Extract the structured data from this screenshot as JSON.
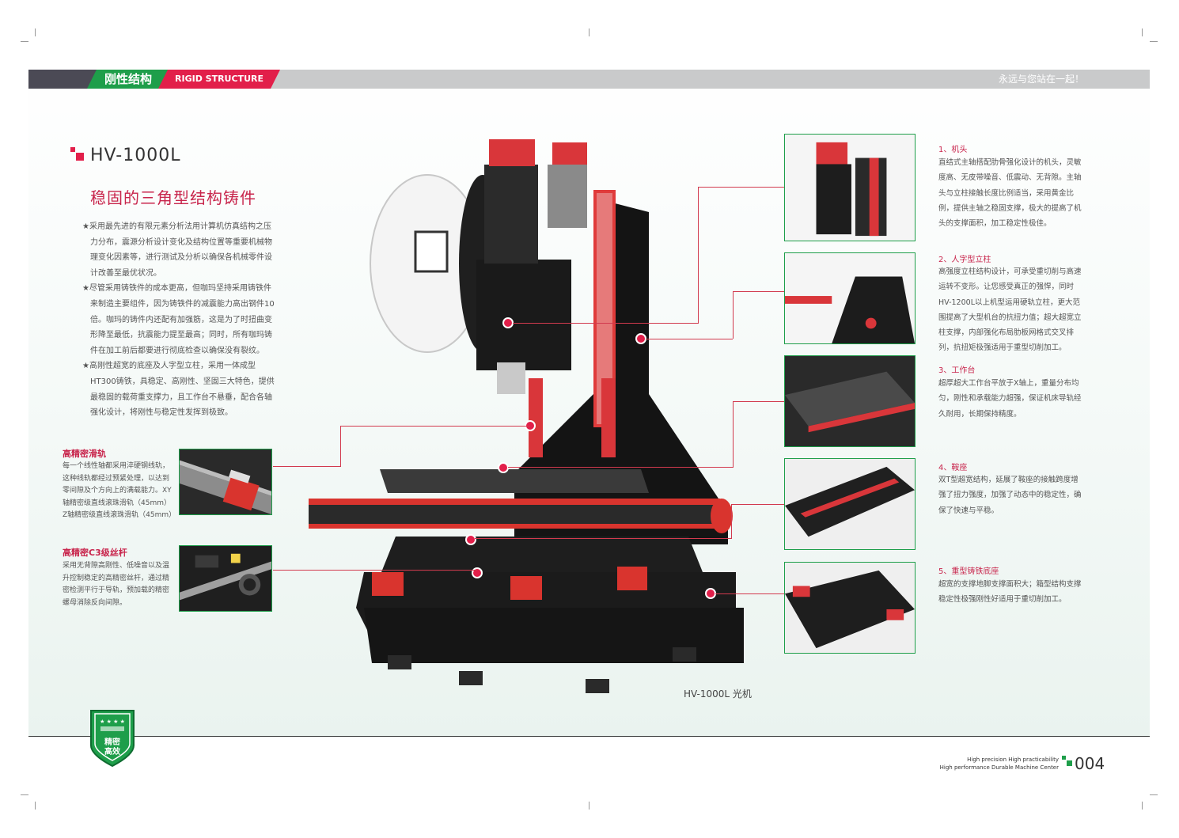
{
  "header": {
    "title_cn": "刚性结构",
    "title_en": "RIGID STRUCTURE",
    "slogan": "永远与您站在一起！"
  },
  "product": {
    "model": "HV-1000L",
    "subtitle": "稳固的三角型结构铸件",
    "description": [
      "★采用最先进的有限元素分析法用计算机仿真结构之压力分布，震源分析设计变化及结构位置等重要机械物理变化因素等，进行测试及分析以确保各机械零件设计改善至最优状况。",
      "★尽管采用铸铁件的成本更高，但咖玛坚持采用铸铁件来制造主要组件，因为铸铁件的减震能力高出钢件10倍。咖玛的铸件内还配有加强筋，这是为了时扭曲变形降至最低，抗震能力提至最高；同时，所有咖玛铸件在加工前后都要进行彻底检查以确保没有裂纹。",
      "★高刚性超宽的底座及人字型立柱，采用一体成型HT300铸铁，具稳定、高刚性、坚固三大特色，提供最稳固的载荷重支撑力，且工作台不悬垂，配合各轴强化设计，将刚性与稳定性发挥到极致。"
    ],
    "caption": "HV-1000L 光机"
  },
  "left_features": [
    {
      "title": "高精密滑轨",
      "text": "每一个线性轴都采用淬硬钢线轨，这种线轨都经过预紧处理，以达到零间隙及个方向上的满载能力。XY轴精密级直线滚珠滑轨（45mm）Z轴精密级直线滚珠滑轨（45mm）"
    },
    {
      "title": "高精密C3级丝杆",
      "text": "采用无背隙高刚性、低噪音以及温升控制稳定的高精密丝杆，通过精密检测平行于导轨，预加载的精密螺母消除反向间隙。"
    }
  ],
  "right_features": [
    {
      "title": "1、机头",
      "text": "直结式主轴搭配肋骨强化设计的机头，灵敏度高、无皮带噪音、低震动、无背隙。主轴头与立柱接触长度比例适当，采用黄金比例，提供主轴之稳固支撑，极大的提高了机头的支撑面积，加工稳定性极佳。"
    },
    {
      "title": "2、人字型立柱",
      "text": "高强度立柱结构设计，可承受重切削与高速运转不变形。让您感受真正的强悍，同时HV-1200L以上机型运用硬轨立柱，更大范围提高了大型机台的抗扭力值；超大超宽立柱支撑，内部强化布局肋板网格式交叉排列，抗扭矩极强适用于重型切削加工。"
    },
    {
      "title": "3、工作台",
      "text": "超厚超大工作台平放于X轴上，重量分布均匀，刚性和承载能力超强，保证机床导轨经久耐用，长期保持精度。"
    },
    {
      "title": "4、鞍座",
      "text": "双T型超宽结构，延展了鞍座的接触跨度增强了扭力强度，加强了动态中的稳定性，确保了快速与平稳。"
    },
    {
      "title": "5、重型铸铁底座",
      "text": "超宽的支撑地脚支撑面积大；箱型结构支撑稳定性极强刚性好适用于重切削加工。"
    }
  ],
  "badge": {
    "line1": "精密",
    "line2": "高效"
  },
  "footer": {
    "line1": "High precision High practicability",
    "line2": "High performance Durable Machine Center",
    "page_number": "004"
  },
  "colors": {
    "accent_red": "#e21f4a",
    "accent_green": "#1e9e4a",
    "header_gray": "#c9cacb",
    "header_dark": "#4b4a55"
  }
}
